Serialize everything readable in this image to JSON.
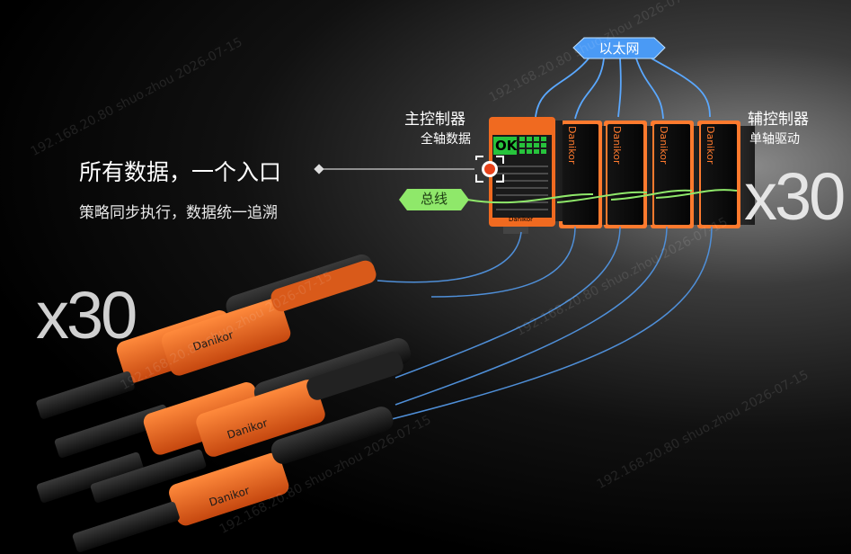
{
  "ethernet_label": "以太网",
  "bus_label": "总线",
  "main_controller": {
    "title": "主控制器",
    "subtitle": "全轴数据"
  },
  "aux_controller": {
    "title": "辅控制器",
    "subtitle": "单轴驱动"
  },
  "headline": "所有数据，一个入口",
  "subline": "策略同步执行，数据统一追溯",
  "count_controllers": "x30",
  "count_tools": "x30",
  "brand": "Danikor",
  "ok_label": "OK",
  "watermark": "192.168.20.80  shuo.zhou  2026-07-15",
  "colors": {
    "accent": "#f06a20",
    "ethernet": "#5aa8ff",
    "bus": "#8fe86a",
    "ok_green": "#27c33c"
  }
}
